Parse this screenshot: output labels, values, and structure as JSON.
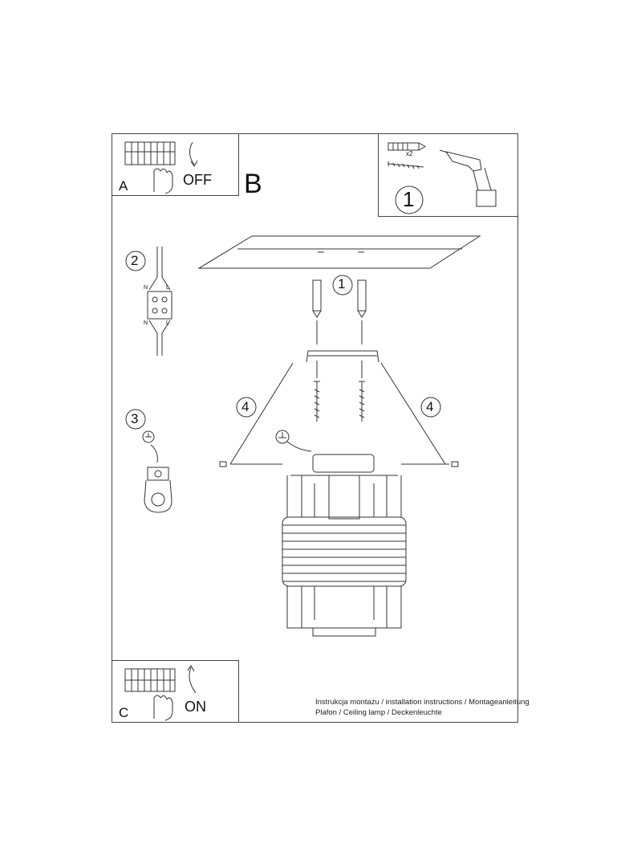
{
  "panel_a": {
    "letter": "A",
    "action": "OFF"
  },
  "panel_b": {
    "letter": "B"
  },
  "panel_c": {
    "letter": "C",
    "action": "ON"
  },
  "tools": {
    "quantity": "x2",
    "step": "1"
  },
  "steps": {
    "s1": "1",
    "s2": "2",
    "s3": "3",
    "s4_left": "4",
    "s4_right": "4"
  },
  "wiring": {
    "n_top": "N",
    "l_top": "L",
    "n_bottom": "N",
    "l_bottom": "L"
  },
  "captions": {
    "line1": "Instrukcja montażu / installation instructions / Montageanleitung",
    "line2": "Plafon / Ceiling lamp / Deckenleuchte"
  }
}
